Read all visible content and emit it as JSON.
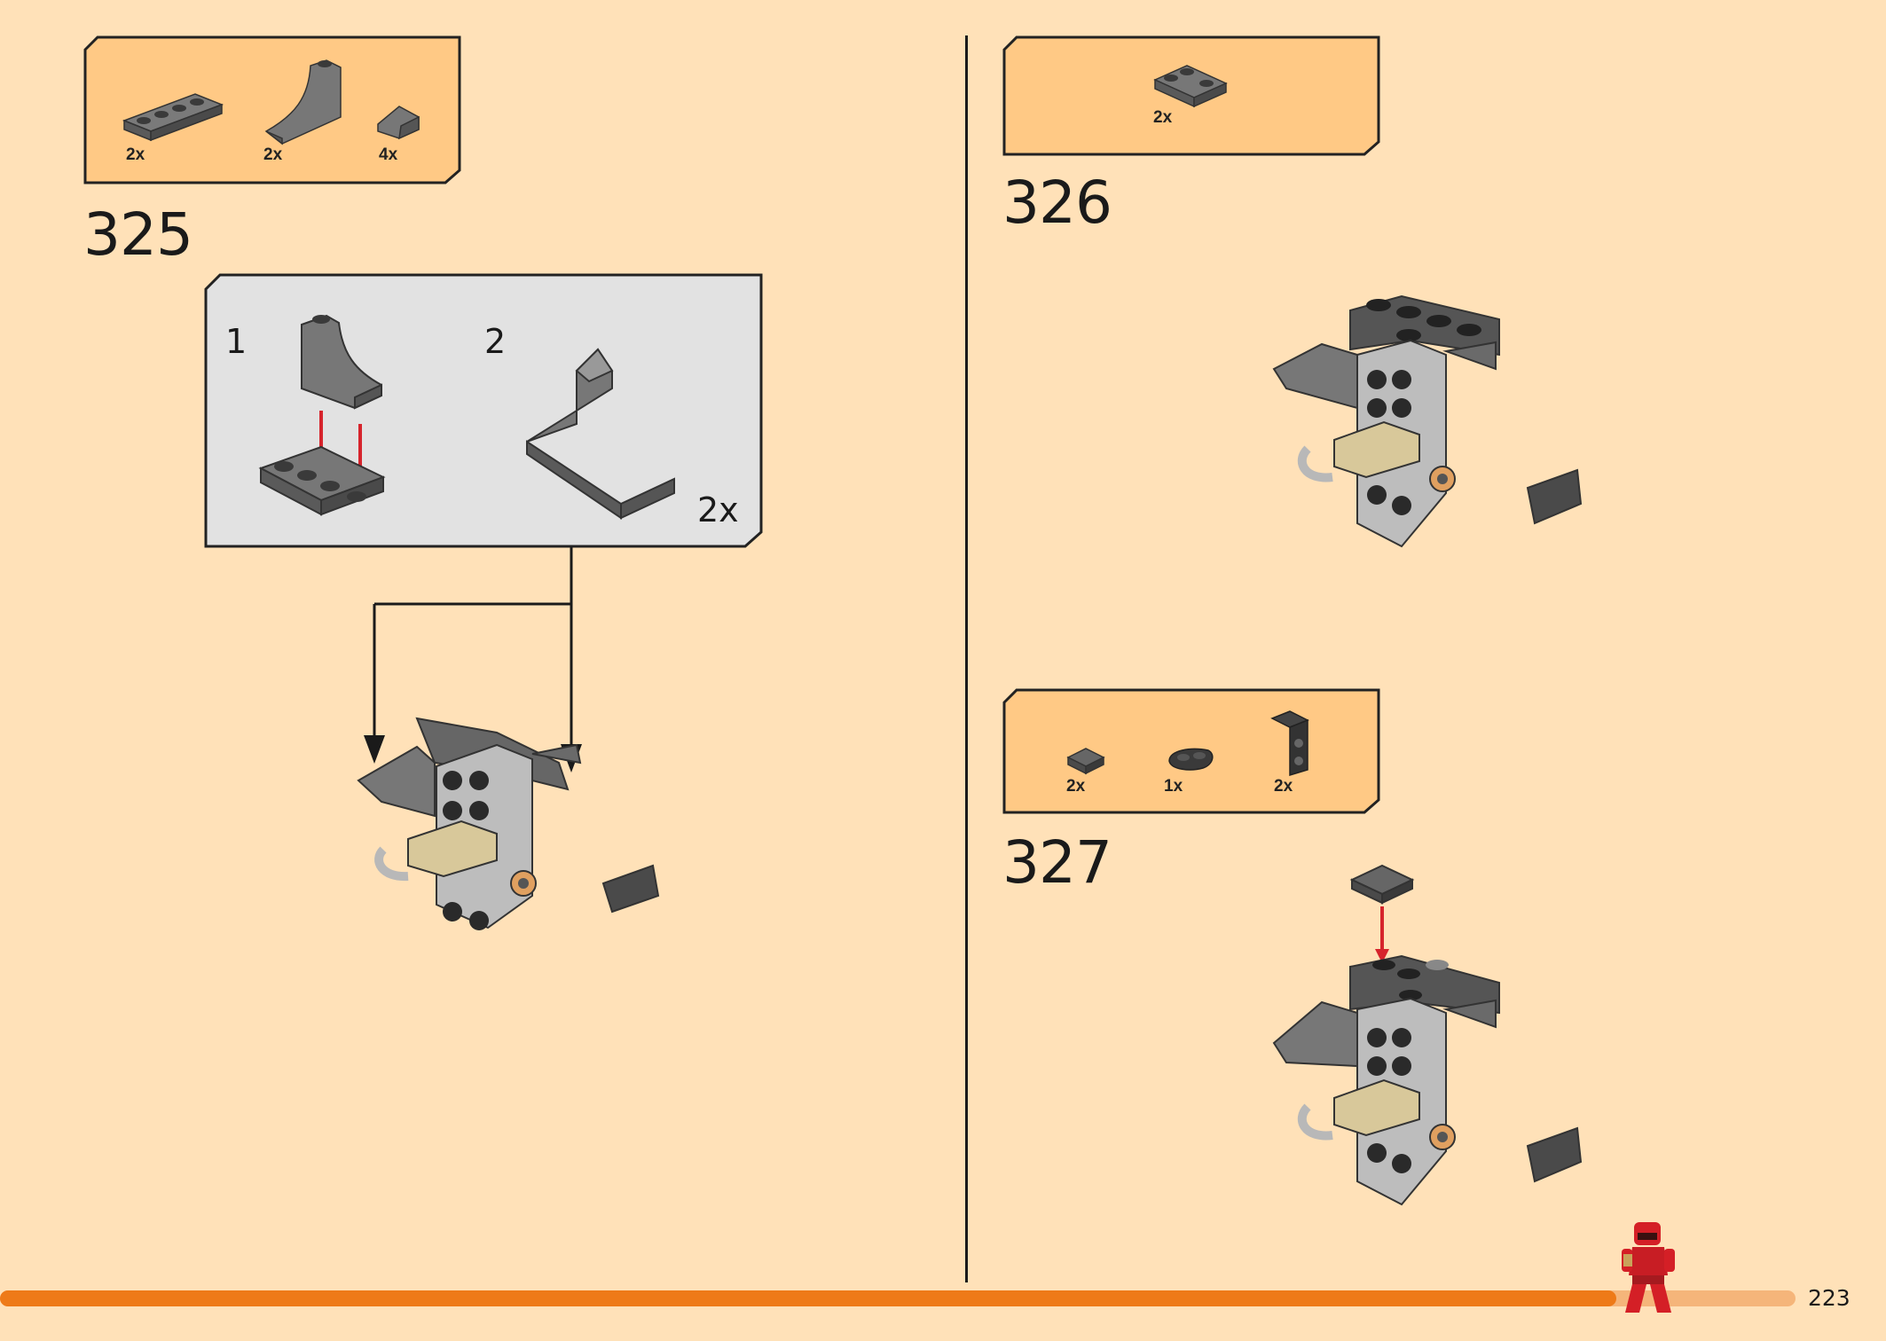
{
  "page": {
    "number": "223",
    "progress": 0.9,
    "colors": {
      "background": "#ffe1b8",
      "parts_box": "#ffc985",
      "callout": "#e2e2e2",
      "progress_fill": "#ee7a18",
      "progress_track": "#f5b57a",
      "arrow_red": "#d6242c"
    }
  },
  "steps": [
    {
      "number": "325",
      "parts": [
        {
          "icon": "plate-1x4-dark-gray",
          "qty": "2x"
        },
        {
          "icon": "curved-slope-dark-gray",
          "qty": "2x"
        },
        {
          "icon": "cheese-slope-dark-gray",
          "qty": "4x"
        }
      ],
      "callout": {
        "substeps": [
          "1",
          "2"
        ],
        "multiplier": "2x"
      }
    },
    {
      "number": "326",
      "parts": [
        {
          "icon": "plate-2x2-corner-dark-gray",
          "qty": "2x"
        }
      ]
    },
    {
      "number": "327",
      "parts": [
        {
          "icon": "tile-1x1-dark-gray",
          "qty": "2x"
        },
        {
          "icon": "plate-round-1x2-black",
          "qty": "1x"
        },
        {
          "icon": "bracket-1x1-black",
          "qty": "2x"
        }
      ]
    }
  ]
}
